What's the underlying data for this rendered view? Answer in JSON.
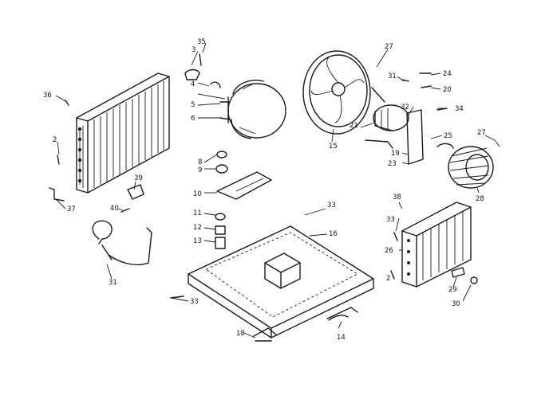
{
  "callouts": [
    {
      "id": "c35a",
      "text": "35"
    },
    {
      "id": "c3",
      "text": "3"
    },
    {
      "id": "c4",
      "text": "4"
    },
    {
      "id": "c5",
      "text": "5"
    },
    {
      "id": "c6",
      "text": "6"
    },
    {
      "id": "c36",
      "text": "36"
    },
    {
      "id": "c2a",
      "text": "2"
    },
    {
      "id": "c37",
      "text": "37"
    },
    {
      "id": "c39",
      "text": "39"
    },
    {
      "id": "c40",
      "text": "40"
    },
    {
      "id": "c31",
      "text": "31"
    },
    {
      "id": "c8",
      "text": "8"
    },
    {
      "id": "c9",
      "text": "9"
    },
    {
      "id": "c10",
      "text": "10"
    },
    {
      "id": "c11",
      "text": "11"
    },
    {
      "id": "c12",
      "text": "12"
    },
    {
      "id": "c13",
      "text": "13"
    },
    {
      "id": "c33a",
      "text": "33"
    },
    {
      "id": "c16",
      "text": "16"
    },
    {
      "id": "c33b",
      "text": "33"
    },
    {
      "id": "c18a",
      "text": "18"
    },
    {
      "id": "c14",
      "text": "14"
    },
    {
      "id": "c15",
      "text": "15"
    },
    {
      "id": "c27a",
      "text": "27"
    },
    {
      "id": "c31b",
      "text": "31"
    },
    {
      "id": "c24",
      "text": "24"
    },
    {
      "id": "c20",
      "text": "20"
    },
    {
      "id": "c32",
      "text": "32"
    },
    {
      "id": "c34",
      "text": "34"
    },
    {
      "id": "c21",
      "text": "21"
    },
    {
      "id": "c19",
      "text": "19"
    },
    {
      "id": "c25",
      "text": "25"
    },
    {
      "id": "c23",
      "text": "23"
    },
    {
      "id": "c27b",
      "text": "27"
    },
    {
      "id": "c28",
      "text": "28"
    },
    {
      "id": "c38",
      "text": "38"
    },
    {
      "id": "c33c",
      "text": "33"
    },
    {
      "id": "c26",
      "text": "26"
    },
    {
      "id": "c2b",
      "text": "2"
    },
    {
      "id": "c29",
      "text": "29"
    },
    {
      "id": "c30",
      "text": "30"
    }
  ]
}
